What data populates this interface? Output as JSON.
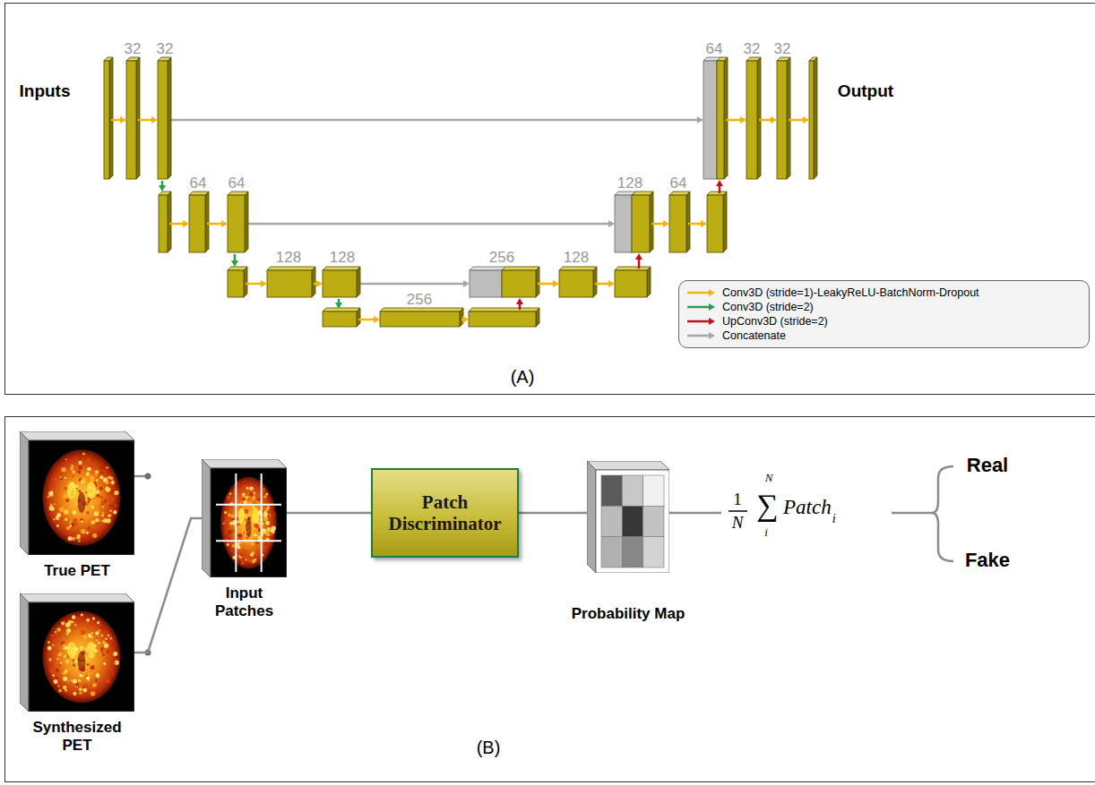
{
  "diagram": {
    "nodes": [
      {
        "text": [
          "True PET"
        ]
      },
      {
        "text": [
          "Synthesized PET"
        ]
      },
      {
        "text": [
          "Input Patches"
        ]
      },
      {
        "text": [
          "Patch Discriminator"
        ]
      },
      {
        "text": [
          "Probability Map"
        ]
      }
    ],
    "edges": [
      {
        "from": 1,
        "to": 2,
        "arrow": "none"
      },
      {
        "from": 2,
        "to": 3,
        "arrow": "none"
      },
      {
        "from": 3,
        "to": 4,
        "arrow": "none"
      }
    ],
    "labels": [
      "32",
      "32",
      "64",
      "32",
      "32",
      "64",
      "64",
      "128",
      "64",
      "128",
      "128",
      "256",
      "128",
      "256",
      "Inputs",
      "Output",
      "(A)",
      "1",
      "N",
      "∑",
      "N",
      "i",
      "Patch",
      "i",
      "Real",
      "Fake",
      "(B)"
    ],
    "legend": [
      {
        "text": "Conv3D (stride=1)-LeakyReLU-BatchNorm-Dropout",
        "color": "#f5b400"
      },
      {
        "text": "Conv3D (stride=2)",
        "color": "#1fa64a"
      },
      {
        "text": "UpConv3D (stride=2)",
        "color": "#c0101a"
      },
      {
        "text": "Concatenate",
        "color": "#a6a6a6"
      }
    ]
  }
}
